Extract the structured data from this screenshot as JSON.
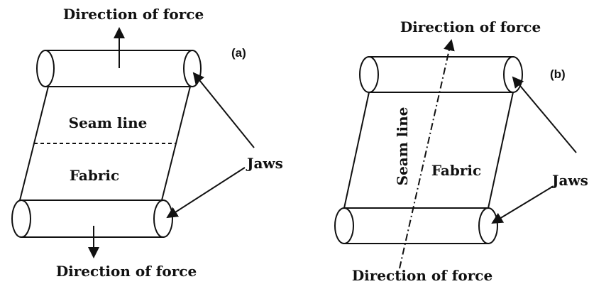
{
  "panel_a": {
    "label": "(a)",
    "force_top": "Direction of force",
    "force_bottom": "Direction of force",
    "seam_label": "Seam line",
    "fabric_label": "Fabric",
    "jaws_label": "Jaws"
  },
  "panel_b": {
    "label": "(b)",
    "force_top": "Direction of force",
    "force_bottom": "Direction of force",
    "seam_label": "Seam line",
    "fabric_label": "Fabric",
    "jaws_label": "Jaws"
  }
}
